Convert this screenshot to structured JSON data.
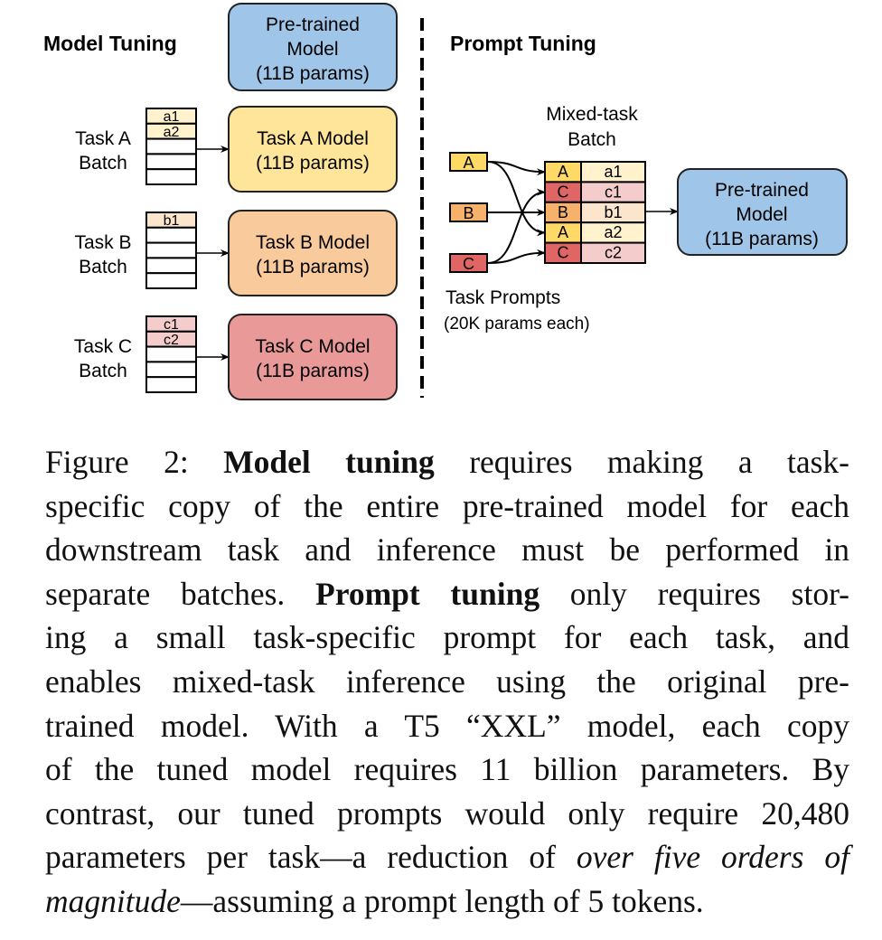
{
  "figure": {
    "model_tuning": {
      "title": "Model Tuning",
      "pretrained": {
        "lines": [
          "Pre-trained",
          "Model",
          "(11B params)"
        ],
        "color": "#9fc5e8"
      },
      "tasks": [
        {
          "label_lines": [
            "Task A",
            "Batch"
          ],
          "rows": [
            "a1",
            "a2",
            "",
            "",
            ""
          ],
          "row_color": "#fff2cc",
          "model_lines": [
            "Task A Model",
            "(11B params)"
          ],
          "model_color": "#ffe599"
        },
        {
          "label_lines": [
            "Task B",
            "Batch"
          ],
          "rows": [
            "b1",
            "",
            "",
            "",
            ""
          ],
          "row_color": "#fce5cd",
          "model_lines": [
            "Task B Model",
            "(11B params)"
          ],
          "model_color": "#f9cb9c"
        },
        {
          "label_lines": [
            "Task C",
            "Batch"
          ],
          "rows": [
            "c1",
            "c2",
            "",
            "",
            ""
          ],
          "row_color": "#f4cccc",
          "model_lines": [
            "Task C Model",
            "(11B params)"
          ],
          "model_color": "#ea9999"
        }
      ]
    },
    "prompt_tuning": {
      "title": "Prompt Tuning",
      "batch_title_lines": [
        "Mixed-task",
        "Batch"
      ],
      "prompts": [
        {
          "label": "A",
          "color": "#ffd966"
        },
        {
          "label": "B",
          "color": "#f6b26b"
        },
        {
          "label": "C",
          "color": "#e06666"
        }
      ],
      "batch_rows": [
        {
          "prompt": "A",
          "input": "a1",
          "prompt_color": "#ffd966",
          "input_color": "#fff2cc"
        },
        {
          "prompt": "C",
          "input": "c1",
          "prompt_color": "#e06666",
          "input_color": "#f4cccc"
        },
        {
          "prompt": "B",
          "input": "b1",
          "prompt_color": "#f6b26b",
          "input_color": "#fce5cd"
        },
        {
          "prompt": "A",
          "input": "a2",
          "prompt_color": "#ffd966",
          "input_color": "#fff2cc"
        },
        {
          "prompt": "C",
          "input": "c2",
          "prompt_color": "#e06666",
          "input_color": "#f4cccc"
        }
      ],
      "prompts_caption_lines": [
        "Task Prompts",
        "(20K params each)"
      ],
      "pretrained": {
        "lines": [
          "Pre-trained",
          "Model",
          "(11B params)"
        ],
        "color": "#9fc5e8"
      }
    }
  },
  "caption": {
    "lines": [
      [
        {
          "t": "Figure 2:  "
        },
        {
          "t": "Model tuning",
          "b": true
        },
        {
          "t": " requires making a task-"
        }
      ],
      [
        {
          "t": "specific copy of the entire pre-trained model for each"
        }
      ],
      [
        {
          "t": "downstream task and inference must be performed in"
        }
      ],
      [
        {
          "t": "separate batches.  "
        },
        {
          "t": "Prompt tuning",
          "b": true
        },
        {
          "t": " only requires stor-"
        }
      ],
      [
        {
          "t": "ing a small task-specific prompt for each task, and"
        }
      ],
      [
        {
          "t": "enables mixed-task inference using the original pre-"
        }
      ],
      [
        {
          "t": "trained model.  With a T5 “XXL” model, each copy"
        }
      ],
      [
        {
          "t": "of the tuned model requires 11 billion parameters. By"
        }
      ],
      [
        {
          "t": "contrast, our tuned prompts would only require 20,480"
        }
      ],
      [
        {
          "t": "parameters per task—a reduction of "
        },
        {
          "t": "over five orders of",
          "i": true
        }
      ],
      [
        {
          "t": "magnitude",
          "i": true
        },
        {
          "t": "—assuming a prompt length of 5 tokens."
        }
      ]
    ]
  }
}
